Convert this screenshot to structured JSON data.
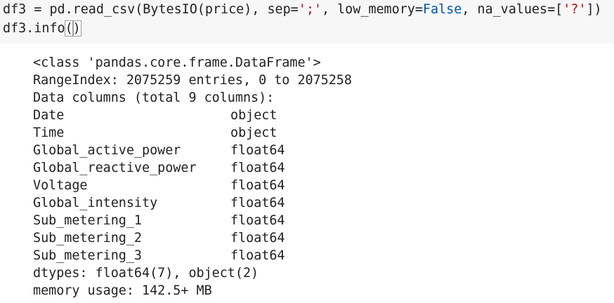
{
  "code_cell": {
    "line1": {
      "var": "df3",
      "eq": " = ",
      "call": "pd.read_csv(BytesIO(price), sep=",
      "sep_value": "';'",
      "mid": ", low_memory=",
      "false_kw": "False",
      "mid2": ", na_values=[",
      "na_value": "'?'",
      "end": "])"
    },
    "line2": {
      "prefix": "df3.info",
      "open_paren": "(",
      "close_paren": ")"
    }
  },
  "output": {
    "class_line": "<class 'pandas.core.frame.DataFrame'>",
    "range_index": "RangeIndex: 2075259 entries, 0 to 2075258",
    "data_columns": "Data columns (total 9 columns):",
    "columns": [
      {
        "name": "Date",
        "dtype": "object"
      },
      {
        "name": "Time",
        "dtype": "object"
      },
      {
        "name": "Global_active_power",
        "dtype": "float64"
      },
      {
        "name": "Global_reactive_power",
        "dtype": "float64"
      },
      {
        "name": "Voltage",
        "dtype": "float64"
      },
      {
        "name": "Global_intensity",
        "dtype": "float64"
      },
      {
        "name": "Sub_metering_1",
        "dtype": "float64"
      },
      {
        "name": "Sub_metering_2",
        "dtype": "float64"
      },
      {
        "name": "Sub_metering_3",
        "dtype": "float64"
      }
    ],
    "dtypes_line": "dtypes: float64(7), object(2)",
    "memory_line": "memory usage: 142.5+ MB"
  },
  "colors": {
    "cell_background": "#f7f7f7",
    "keyword": "#0055aa",
    "string": "#aa1111"
  }
}
